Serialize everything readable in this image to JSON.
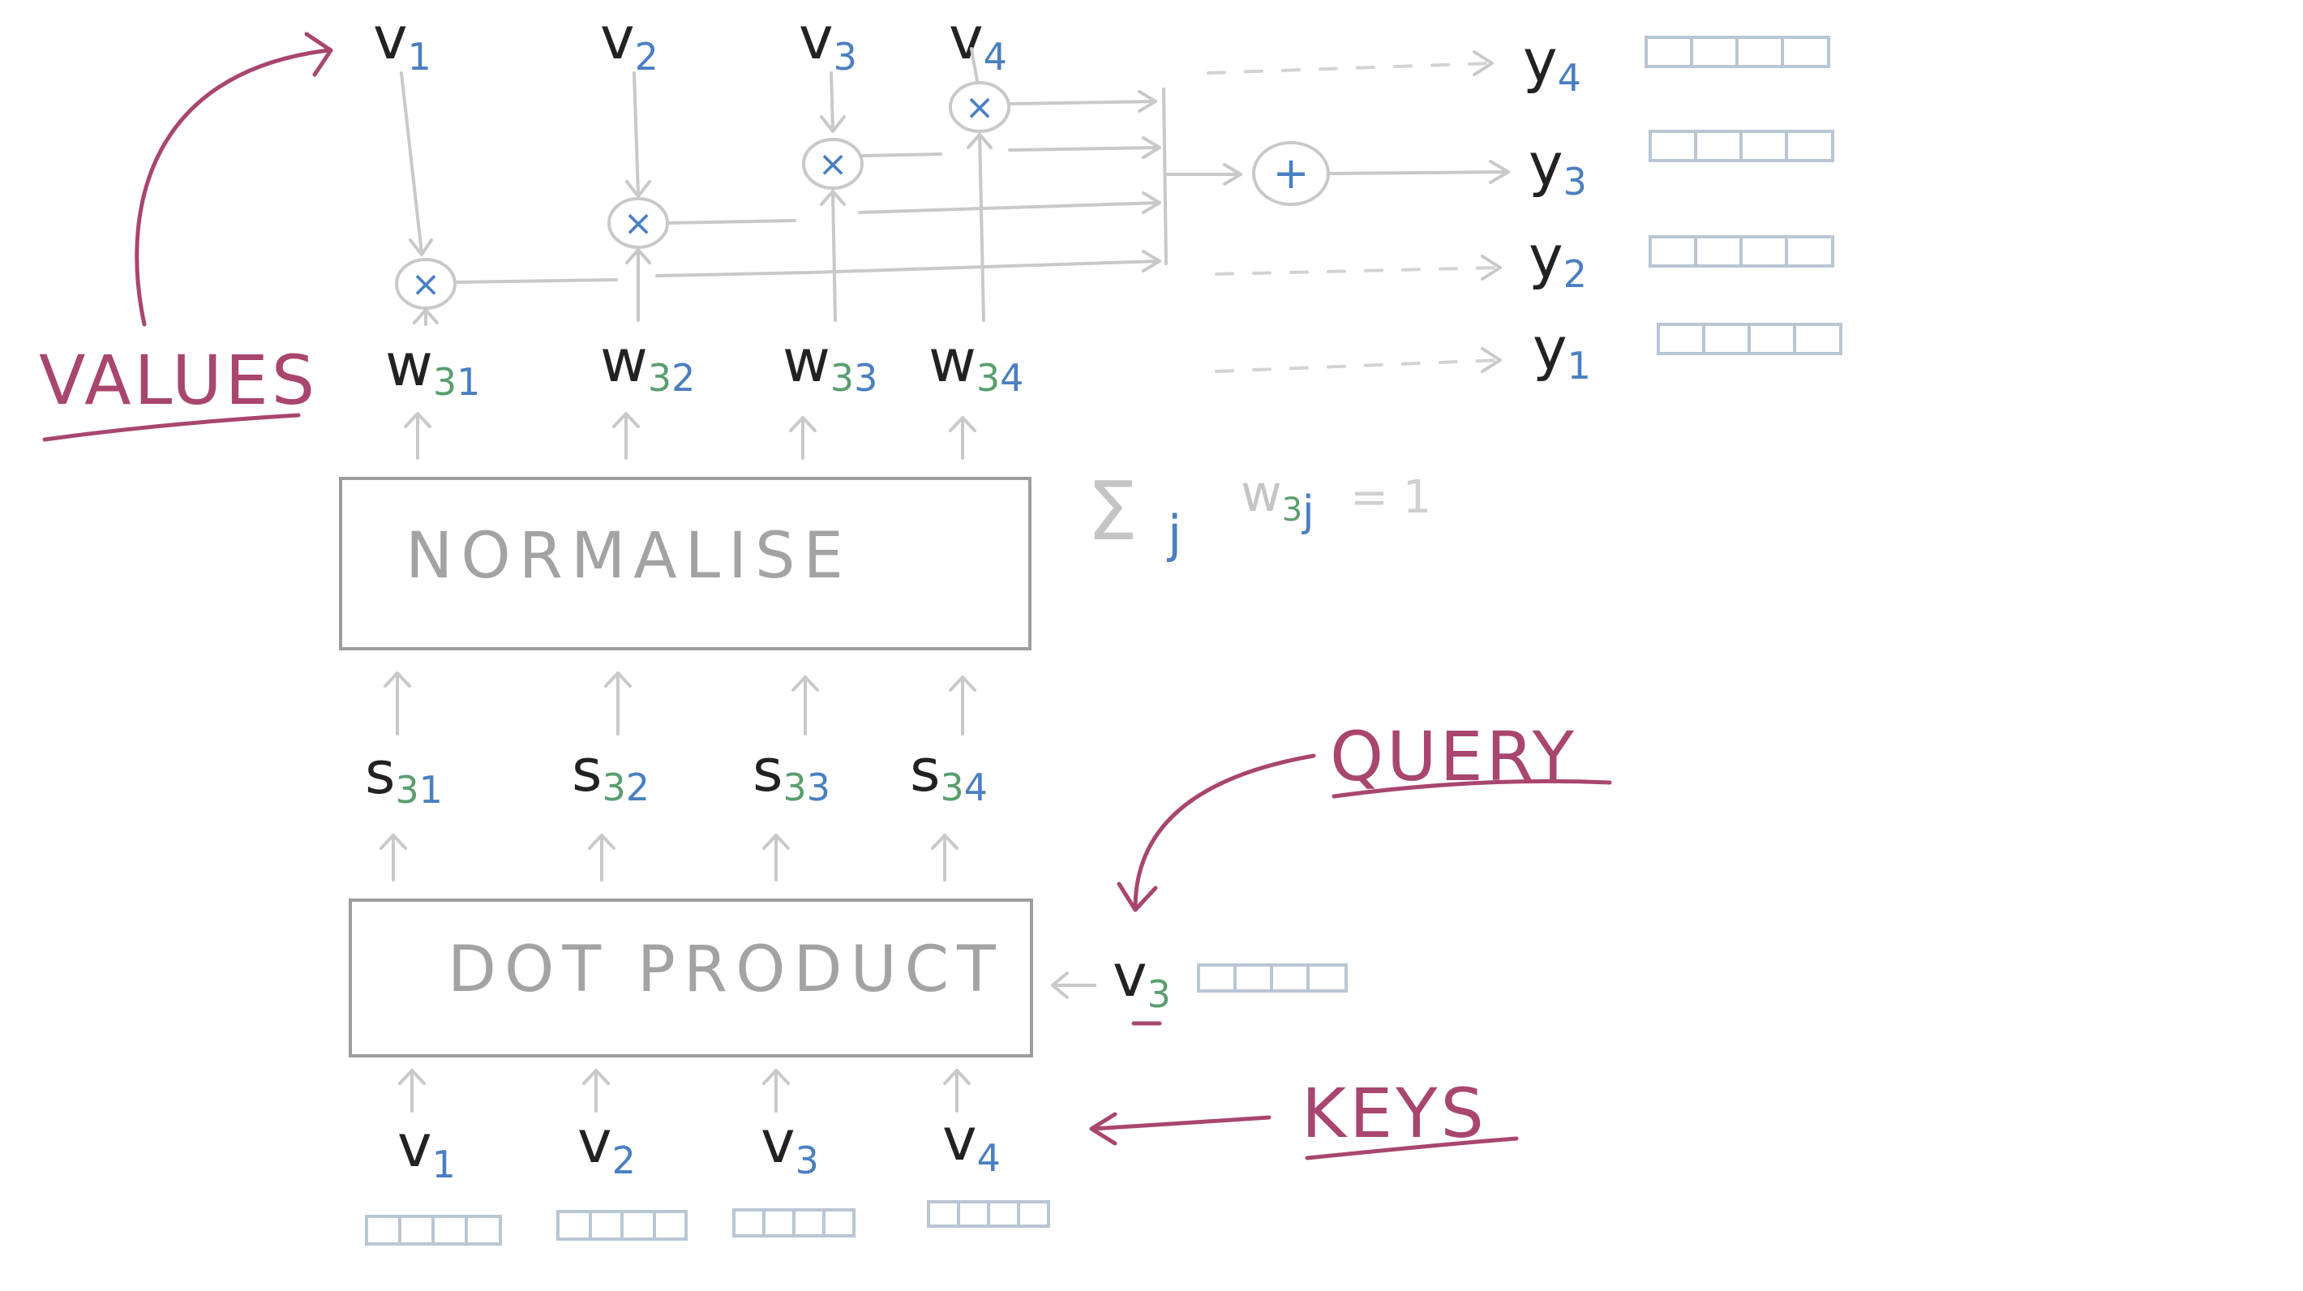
{
  "colors": {
    "ink": "#222222",
    "blue": "#4a7fc1",
    "green": "#5a9e6f",
    "maroon": "#a8466f",
    "grey": "#a3a3a3",
    "light": "#c9c9c9"
  },
  "annotations": {
    "values": "VALUES",
    "query": "QUERY",
    "keys": "KEYS"
  },
  "boxes": {
    "normalise": "NORMALISE",
    "dot_product": "DOT PRODUCT"
  },
  "values_row": [
    {
      "base": "v",
      "sub": "1"
    },
    {
      "base": "v",
      "sub": "2"
    },
    {
      "base": "v",
      "sub": "3"
    },
    {
      "base": "v",
      "sub": "4"
    }
  ],
  "weights_row": [
    {
      "base": "w",
      "sub1": "3",
      "sub2": "1"
    },
    {
      "base": "w",
      "sub1": "3",
      "sub2": "2"
    },
    {
      "base": "w",
      "sub1": "3",
      "sub2": "3"
    },
    {
      "base": "w",
      "sub1": "3",
      "sub2": "4"
    }
  ],
  "scores_row": [
    {
      "base": "s",
      "sub1": "3",
      "sub2": "1"
    },
    {
      "base": "s",
      "sub1": "3",
      "sub2": "2"
    },
    {
      "base": "s",
      "sub1": "3",
      "sub2": "3"
    },
    {
      "base": "s",
      "sub1": "3",
      "sub2": "4"
    }
  ],
  "keys_row": [
    {
      "base": "v",
      "sub": "1"
    },
    {
      "base": "v",
      "sub": "2"
    },
    {
      "base": "v",
      "sub": "3"
    },
    {
      "base": "v",
      "sub": "4"
    }
  ],
  "query": {
    "base": "v",
    "sub": "3"
  },
  "outputs": [
    {
      "base": "y",
      "sub": "4"
    },
    {
      "base": "y",
      "sub": "3"
    },
    {
      "base": "y",
      "sub": "2"
    },
    {
      "base": "y",
      "sub": "1"
    }
  ],
  "operators": {
    "multiply": "×",
    "add": "+"
  },
  "constraint": {
    "sigma": "Σ",
    "index": "j",
    "w": "w",
    "w_sub1": "3",
    "w_sub2": "j",
    "rhs": "= 1"
  }
}
